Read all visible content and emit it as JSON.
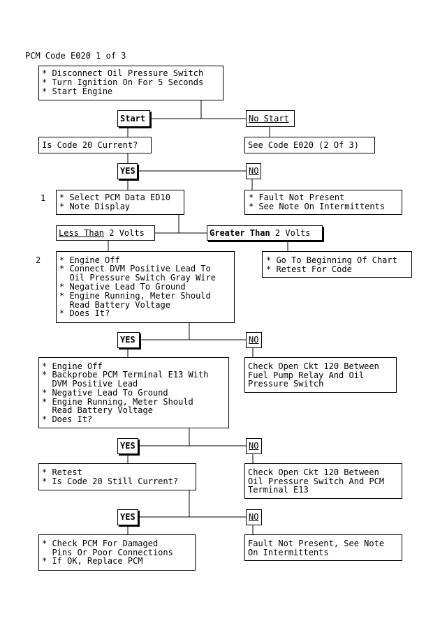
{
  "title": "PCM Code E020 1 of 3",
  "step_labels": {
    "step1": "1",
    "step2": "2"
  },
  "boxes": {
    "intro": [
      "* Disconnect Oil Pressure Switch",
      "* Turn Ignition On For 5 Seconds",
      "* Start Engine"
    ],
    "start": "Start",
    "no_start": "No Start",
    "is_code_current": "Is Code 20 Current?",
    "see_code": "See Code E020 (2 Of 3)",
    "yes1": "YES",
    "no1": "NO",
    "select_pcm": [
      "* Select PCM Data ED10",
      "* Note Display"
    ],
    "fault_not_present1": [
      "* Fault Not Present",
      "* See Note On Intermittents"
    ],
    "less_than_a": "Less Than",
    "less_than_b": " 2 Volts",
    "greater_than_a": "Greater Than",
    "greater_than_b": " 2 Volts",
    "step2": [
      "* Engine Off",
      "* Connect DVM Positive Lead To",
      "  Oil Pressure Switch Gray Wire",
      "* Negative Lead To Ground",
      "* Engine Running, Meter Should",
      "  Read Battery Voltage",
      "* Does It?"
    ],
    "go_to_beginning": [
      "* Go To Beginning Of Chart",
      "* Retest For Code"
    ],
    "yes2": "YES",
    "no2": "NO",
    "backprobe": [
      "* Engine Off",
      "* Backprobe PCM Terminal E13 With",
      "  DVM Positive Lead",
      "* Negative Lead To Ground",
      "* Engine Running, Meter Should",
      "  Read Battery Voltage",
      "* Does It?"
    ],
    "check_open1": [
      "Check Open Ckt 120 Between",
      "Fuel Pump Relay And Oil",
      "Pressure Switch"
    ],
    "yes3": "YES",
    "no3": "NO",
    "retest": [
      "* Retest",
      "* Is Code 20 Still Current?"
    ],
    "check_open2": [
      "Check Open Ckt 120 Between",
      "Oil Pressure Switch And PCM",
      "Terminal E13"
    ],
    "yes4": "YES",
    "no4": "NO",
    "check_pcm": [
      "* Check PCM For Damaged",
      "  Pins Or Poor Connections",
      "* If OK, Replace PCM"
    ],
    "fault_not_present2": [
      "Fault Not Present, See Note",
      "On Intermittents"
    ]
  }
}
